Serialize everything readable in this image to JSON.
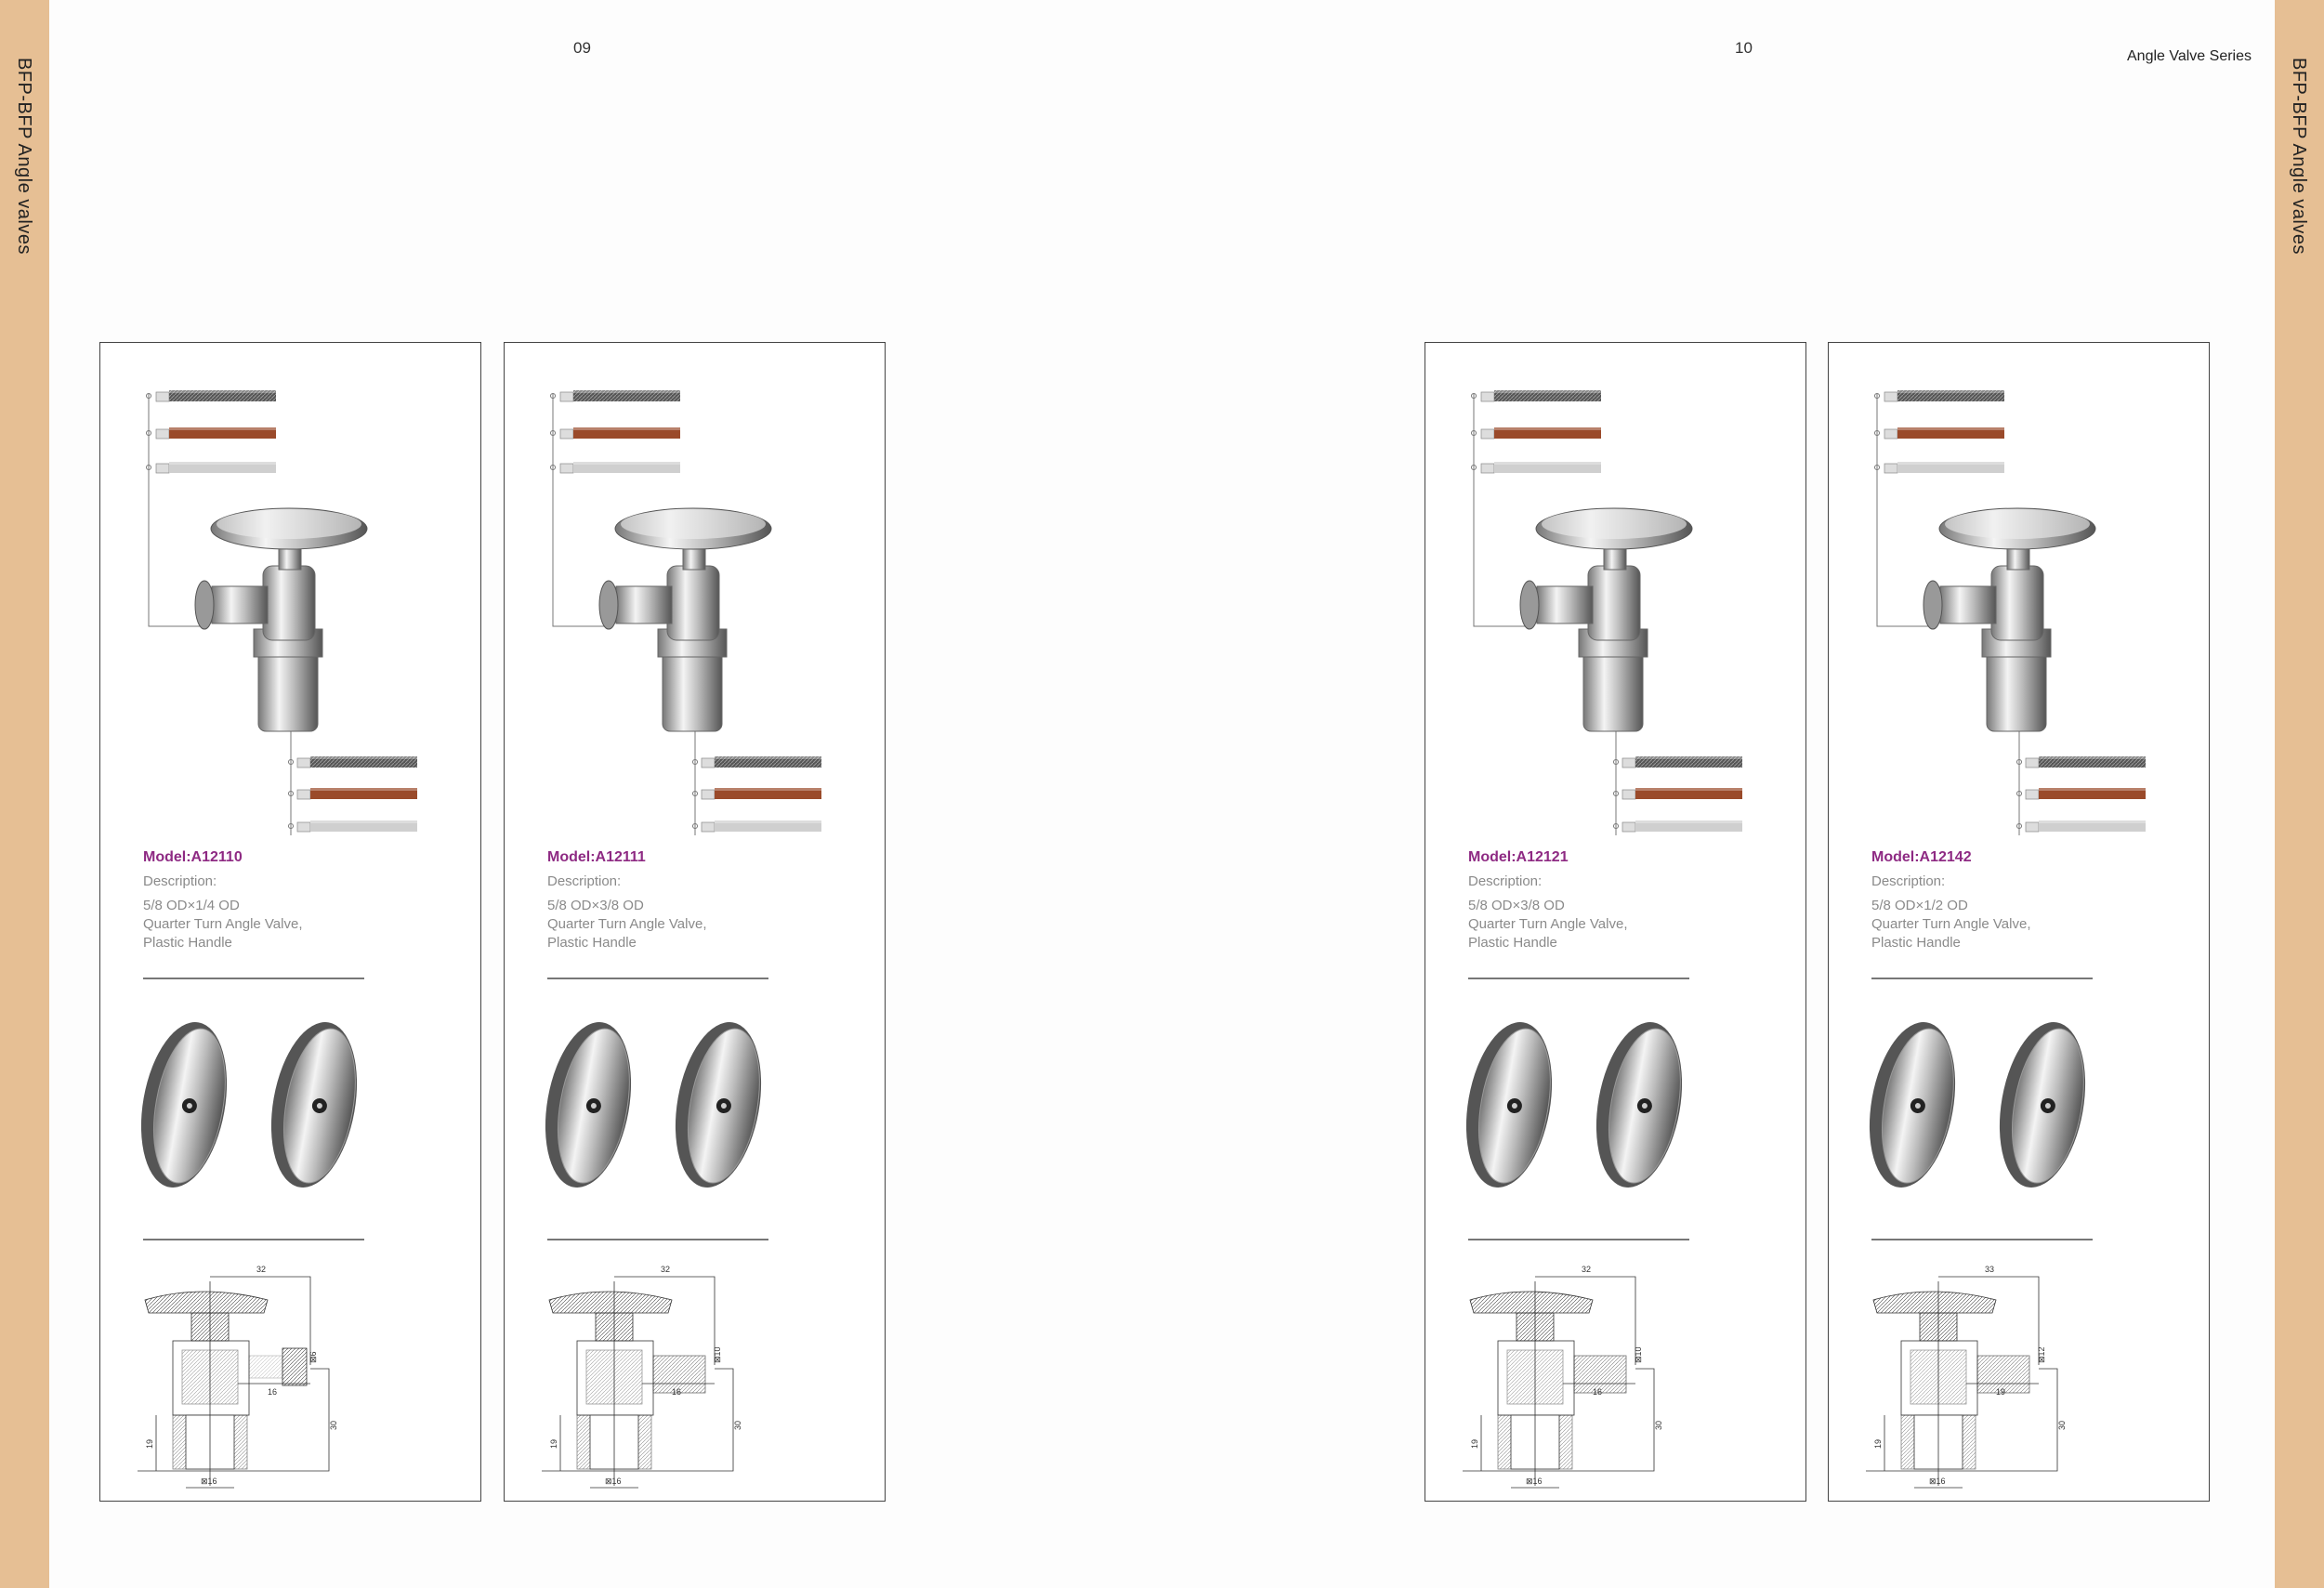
{
  "side_label": "BFP-BFP Angle valves",
  "header": {
    "left_page_number": "09",
    "right_page_number": "10",
    "series_title": "Angle Valve Series"
  },
  "colors": {
    "accent_strip": "#e6bf94",
    "model_text": "#8e2a83"
  },
  "description_label": "Description:",
  "cards": [
    {
      "model": "Model:A12110",
      "size": "5/8 OD×1/4 OD",
      "line2": "Quarter Turn Angle Valve,",
      "line3": "Plastic Handle",
      "dims": {
        "width": "32",
        "outlet_len": "16",
        "height": "30",
        "inlet_len": "19",
        "outlet_bore": "6",
        "inlet_bore": "16"
      }
    },
    {
      "model": "Model:A12111",
      "size": "5/8 OD×3/8 OD",
      "line2": "Quarter Turn Angle Valve,",
      "line3": "Plastic Handle",
      "dims": {
        "width": "32",
        "outlet_len": "16",
        "height": "30",
        "inlet_len": "19",
        "outlet_bore": "10",
        "inlet_bore": "16"
      }
    },
    {
      "model": "Model:A12121",
      "size": "5/8 OD×3/8 OD",
      "line2": "Quarter Turn Angle Valve,",
      "line3": "Plastic Handle",
      "dims": {
        "width": "32",
        "outlet_len": "16",
        "height": "30",
        "inlet_len": "19",
        "outlet_bore": "10",
        "inlet_bore": "16"
      }
    },
    {
      "model": "Model:A12142",
      "size": "5/8 OD×1/2 OD",
      "line2": "Quarter Turn Angle Valve,",
      "line3": "Plastic Handle",
      "dims": {
        "width": "33",
        "outlet_len": "19",
        "height": "30",
        "inlet_len": "19",
        "outlet_bore": "12",
        "inlet_bore": "16"
      }
    }
  ]
}
